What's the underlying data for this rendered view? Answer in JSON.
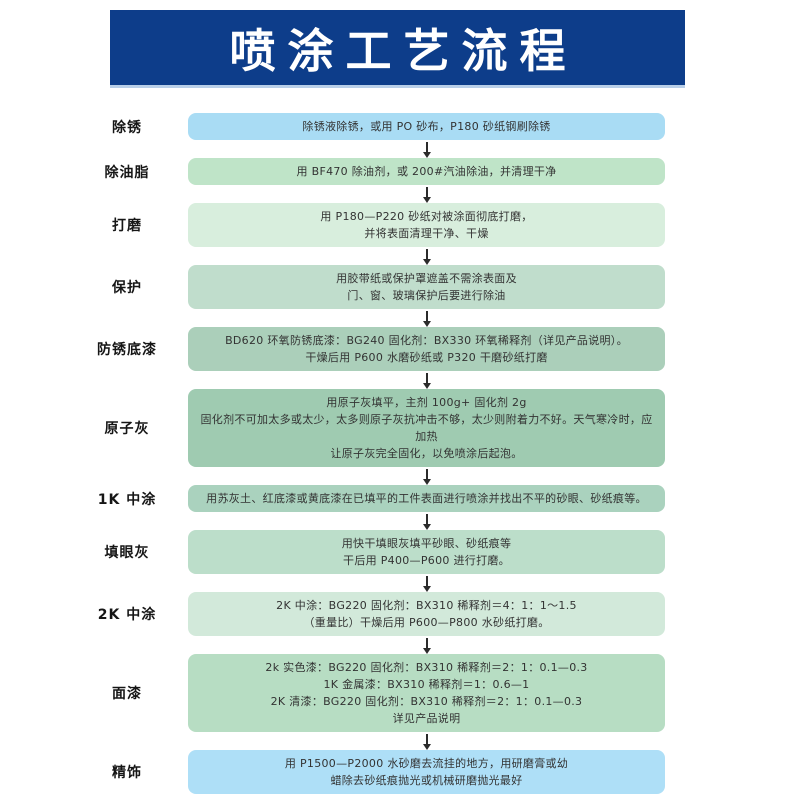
{
  "header": {
    "title": "喷涂工艺流程"
  },
  "theme": {
    "banner_bg": "#0d3d8a",
    "banner_text": "#ffffff",
    "arrow_color": "#2b2b2b",
    "page_bg": "#ffffff"
  },
  "steps": [
    {
      "label": "除锈",
      "color": "#a9dcf4",
      "lines": [
        "除锈液除锈，或用 PO 砂布，P180 砂纸钢刷除锈"
      ]
    },
    {
      "label": "除油脂",
      "color": "#bfe4c8",
      "lines": [
        "用 BF470 除油剂，或 200#汽油除油，并清理干净"
      ]
    },
    {
      "label": "打磨",
      "color": "#d8eedd",
      "lines": [
        "用 P180—P220 砂纸对被涂面彻底打磨，",
        "并将表面清理干净、干燥"
      ]
    },
    {
      "label": "保护",
      "color": "#c0ddcc",
      "lines": [
        "用胶带纸或保护罩遮盖不需涂表面及",
        "门、窗、玻璃保护后要进行除油"
      ]
    },
    {
      "label": "防锈底漆",
      "color": "#abcfba",
      "lines": [
        "BD620 环氧防锈底漆：BG240 固化剂：BX330 环氧稀释剂（详见产品说明）。",
        "干燥后用 P600 水磨砂纸或 P320 干磨砂纸打磨"
      ]
    },
    {
      "label": "原子灰",
      "color": "#9fcbb1",
      "lines": [
        "用原子灰填平，主剂 100g+ 固化剂 2g",
        "固化剂不可加太多或太少，太多则原子灰抗冲击不够，太少则附着力不好。天气寒冷时，应加热",
        "让原子灰完全固化，以免喷涂后起泡。"
      ]
    },
    {
      "label": "1K 中涂",
      "color": "#aad2be",
      "lines": [
        "用苏灰土、红底漆或黄底漆在已填平的工件表面进行喷涂并找出不平的砂眼、砂纸痕等。"
      ]
    },
    {
      "label": "填眼灰",
      "color": "#bcdeca",
      "lines": [
        "用快干填眼灰填平砂眼、砂纸痕等",
        "干后用 P400—P600 进行打磨。"
      ]
    },
    {
      "label": "2K 中涂",
      "color": "#d2e9da",
      "lines": [
        "2K 中涂：BG220 固化剂：BX310 稀释剂＝4：1：1～1.5",
        "（重量比）干燥后用 P600—P800 水砂纸打磨。"
      ]
    },
    {
      "label": "面漆",
      "color": "#b7ddc3",
      "lines": [
        "2k 实色漆：BG220 固化剂：BX310 稀释剂＝2：1：0.1—0.3",
        "1K 金属漆：BX310 稀释剂＝1：0.6—1",
        "2K 清漆：BG220 固化剂：BX310 稀释剂＝2：1：0.1—0.3",
        "详见产品说明"
      ]
    },
    {
      "label": "精饰",
      "color": "#aedff7",
      "lines": [
        "用 P1500—P2000 水砂磨去流挂的地方，用研磨膏或幼",
        "蜡除去砂纸痕抛光或机械研磨抛光最好"
      ]
    }
  ]
}
